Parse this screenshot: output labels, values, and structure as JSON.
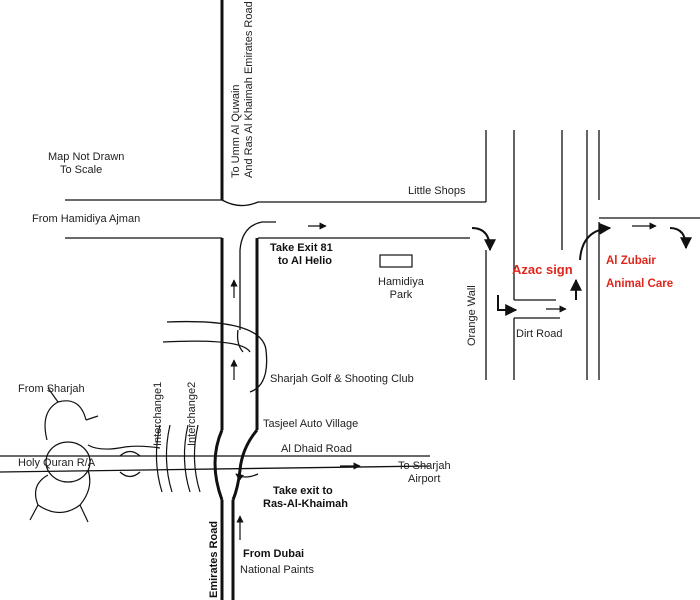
{
  "notes": {
    "scale_note_line1": "Map Not Drawn",
    "scale_note_line2": "To Scale"
  },
  "roads": {
    "emirates_road_top_line1": "To  Umm Al Quwain",
    "emirates_road_top_line2": "And Ras Al Khaimah Emirates Road",
    "emirates_road_bottom": "Emirates Road",
    "from_hamidiya": "From Hamidiya Ajman",
    "little_shops": "Little Shops",
    "orange_wall": "Orange Wall",
    "dirt_road": "Dirt Road",
    "from_sharjah": "From Sharjah",
    "interchange1": "Interchange1",
    "interchange2": "Interchange2",
    "holy_quran": "Holy Quran R/A",
    "al_dhaid": "Al Dhaid Road",
    "to_sharjah_line1": "To Sharjah",
    "to_sharjah_line2": "Airport"
  },
  "places": {
    "hamidiya_park_line1": "Hamidiya",
    "hamidiya_park_line2": "Park",
    "golf_club": "Sharjah Golf & Shooting Club",
    "tasjeel": "Tasjeel Auto Village",
    "national_paints": "National Paints"
  },
  "directions": {
    "exit81_line1": "Take Exit 81",
    "exit81_line2": "to  Al Helio",
    "exit_rak_line1": "Take exit to",
    "exit_rak_line2": "Ras-Al-Khaimah",
    "from_dubai": "From Dubai"
  },
  "highlights": {
    "azac_sign": "Azac sign",
    "al_zubair_line1": "Al Zubair",
    "al_zubair_line2": "Animal Care",
    "highlight_color": "#e0261c"
  }
}
